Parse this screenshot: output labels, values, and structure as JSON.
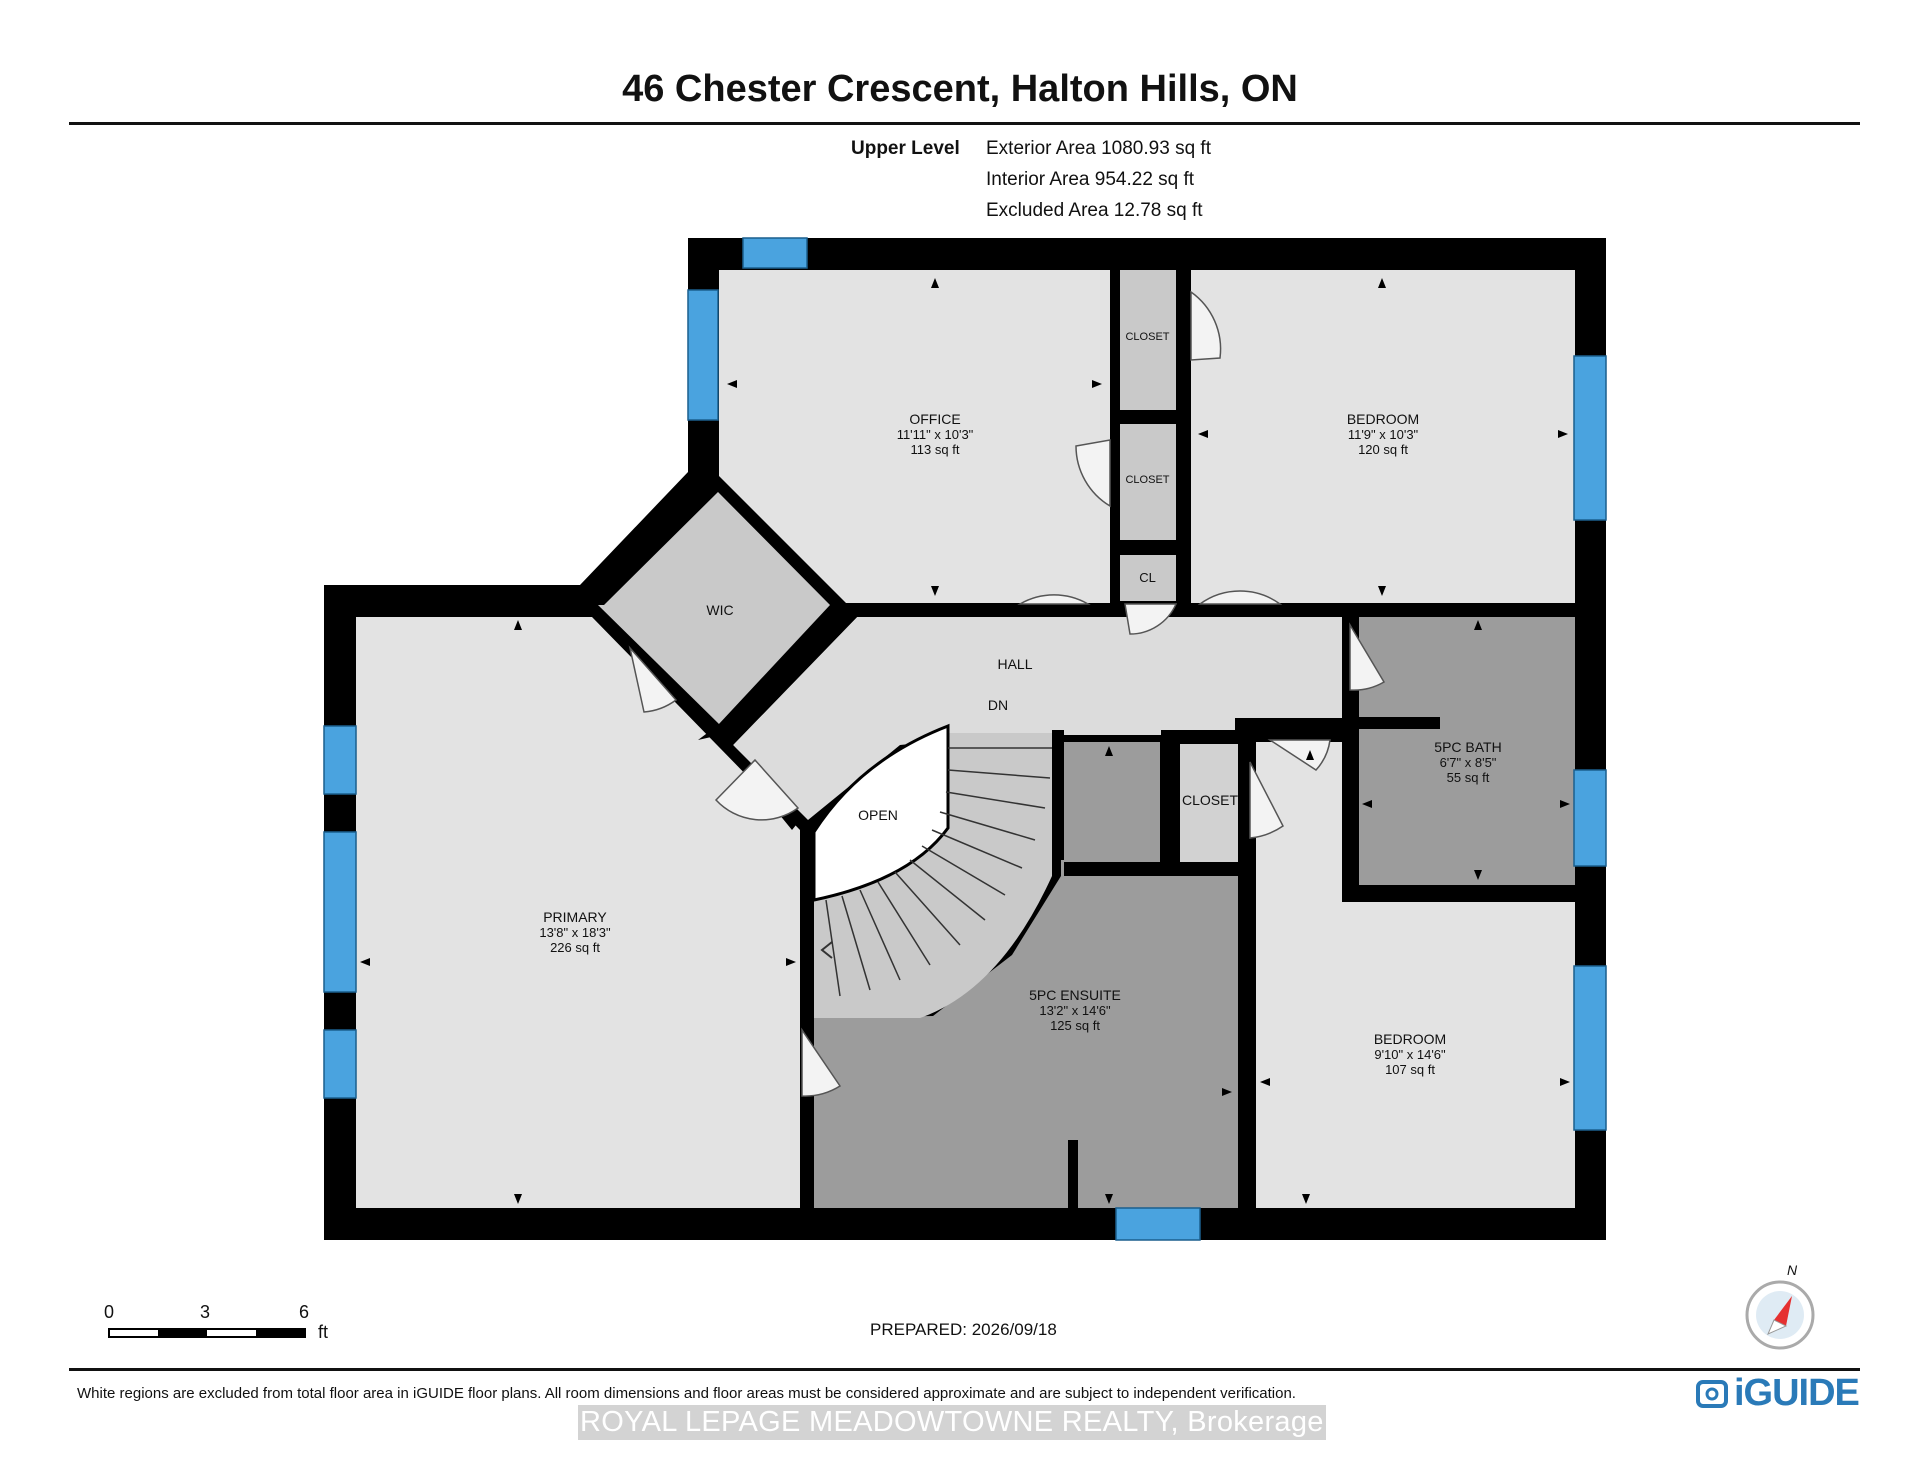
{
  "header": {
    "title": "46 Chester Crescent, Halton Hills, ON",
    "level": "Upper Level",
    "areas": [
      "Exterior Area 1080.93 sq ft",
      "Interior Area 954.22 sq ft",
      "Excluded Area 12.78 sq ft"
    ]
  },
  "rooms": {
    "office": {
      "name": "OFFICE",
      "dims": "11'11\" x 10'3\"",
      "area": "113 sq ft"
    },
    "bedroom1": {
      "name": "BEDROOM",
      "dims": "11'9\" x 10'3\"",
      "area": "120 sq ft"
    },
    "closet1": {
      "name": "CLOSET"
    },
    "closet2": {
      "name": "CLOSET"
    },
    "cl": {
      "name": "CL"
    },
    "wic": {
      "name": "WIC"
    },
    "hall": {
      "name": "HALL"
    },
    "dn": {
      "name": "DN"
    },
    "open": {
      "name": "OPEN"
    },
    "closet3": {
      "name": "CLOSET"
    },
    "bath": {
      "name": "5PC BATH",
      "dims": "6'7\" x 8'5\"",
      "area": "55 sq ft"
    },
    "primary": {
      "name": "PRIMARY",
      "dims": "13'8\" x 18'3\"",
      "area": "226 sq ft"
    },
    "ensuite": {
      "name": "5PC ENSUITE",
      "dims": "13'2\" x 14'6\"",
      "area": "125 sq ft"
    },
    "bedroom2": {
      "name": "BEDROOM",
      "dims": "9'10\" x 14'6\"",
      "area": "107 sq ft"
    }
  },
  "colors": {
    "wall": "#000000",
    "window": "#4aa3df",
    "room_light": "#e3e3e3",
    "room_mid": "#c9c9c9",
    "room_dark": "#9c9c9c",
    "brand": "#2a7ab8",
    "compass_needle": "#e53030"
  },
  "scale_bar": {
    "ticks": [
      "0",
      "3",
      "6"
    ],
    "unit": "ft"
  },
  "compass": {
    "label": "N"
  },
  "prepared": "PREPARED: 2026/09/18",
  "disclaimer": "White regions are excluded from total floor area in iGUIDE floor plans. All room dimensions and floor areas must be considered approximate and are subject to independent verification.",
  "watermark": "ROYAL LEPAGE MEADOWTOWNE REALTY, Brokerage",
  "brand": {
    "name": "iGUIDE",
    "icon": "iguide-logo-icon"
  }
}
